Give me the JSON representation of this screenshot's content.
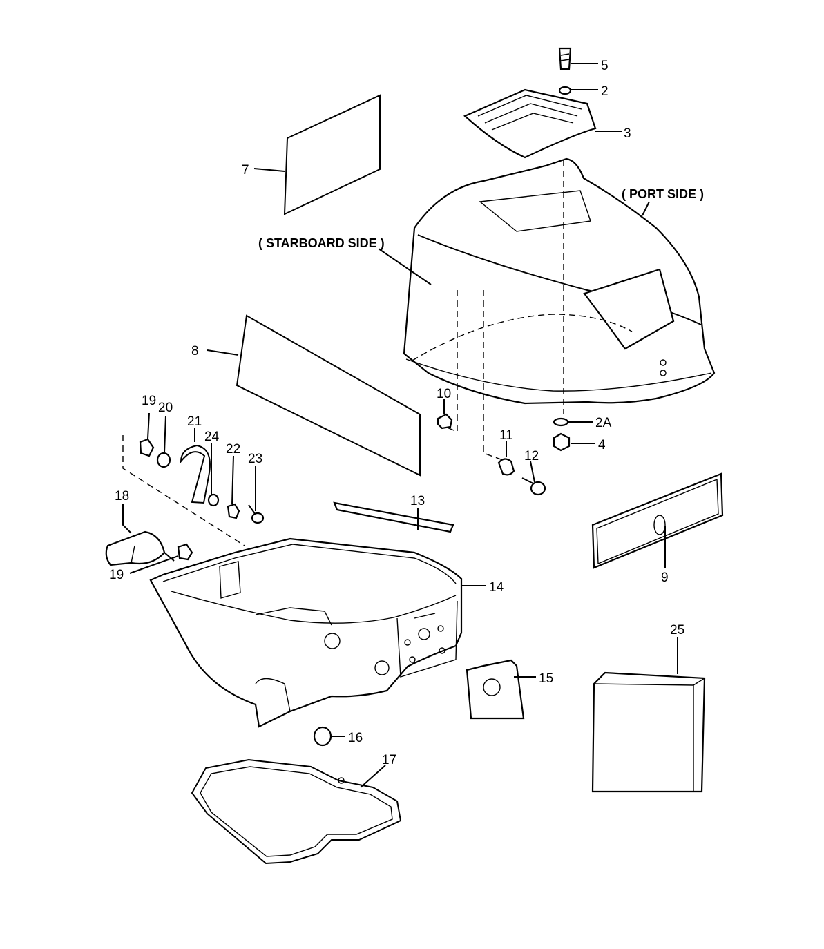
{
  "labels": {
    "port_side": "( PORT SIDE )",
    "starboard_side": "( STARBOARD SIDE )"
  },
  "callouts": {
    "c2": "2",
    "c2a": "2A",
    "c3": "3",
    "c4": "4",
    "c5": "5",
    "c7": "7",
    "c8": "8",
    "c9": "9",
    "c10": "10",
    "c11": "11",
    "c12": "12",
    "c13": "13",
    "c14": "14",
    "c15": "15",
    "c16": "16",
    "c17": "17",
    "c18": "18",
    "c19a": "19",
    "c19b": "19",
    "c20": "20",
    "c21": "21",
    "c22": "22",
    "c23": "23",
    "c24": "24",
    "c25": "25"
  }
}
